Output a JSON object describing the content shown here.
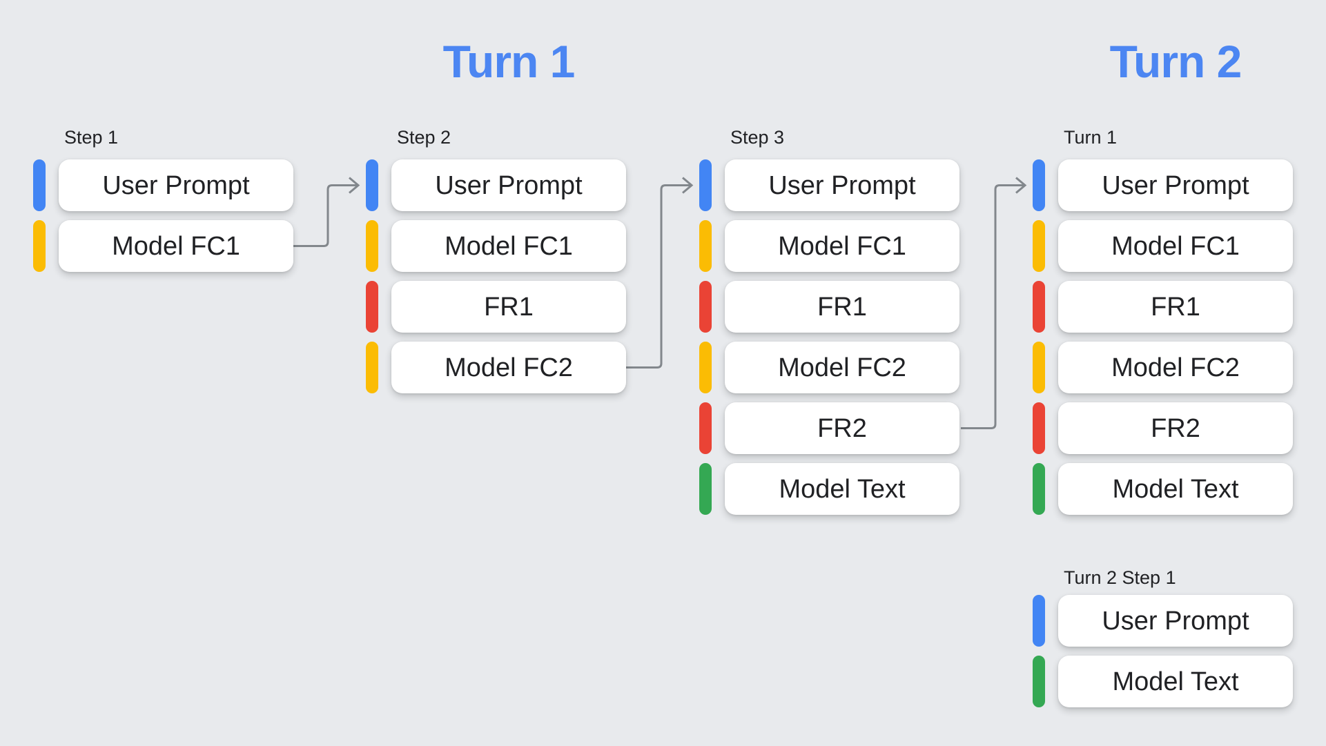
{
  "titles": {
    "turn1": "Turn 1",
    "turn2": "Turn 2"
  },
  "colors": {
    "blue": "#4285F4",
    "yellow": "#FBBC04",
    "red": "#EA4335",
    "green": "#34A853",
    "title": "#4C86F2",
    "arrow": "#82878C",
    "bg": "#E8EAED",
    "box-bg": "#FFFFFF",
    "text": "#202124"
  },
  "columns": [
    {
      "label": "Step 1",
      "items": [
        {
          "text": "User Prompt",
          "color": "blue"
        },
        {
          "text": "Model FC1",
          "color": "yellow"
        }
      ]
    },
    {
      "label": "Step 2",
      "items": [
        {
          "text": "User Prompt",
          "color": "blue"
        },
        {
          "text": "Model FC1",
          "color": "yellow"
        },
        {
          "text": "FR1",
          "color": "red"
        },
        {
          "text": "Model FC2",
          "color": "yellow"
        }
      ]
    },
    {
      "label": "Step 3",
      "items": [
        {
          "text": "User Prompt",
          "color": "blue"
        },
        {
          "text": "Model FC1",
          "color": "yellow"
        },
        {
          "text": "FR1",
          "color": "red"
        },
        {
          "text": "Model FC2",
          "color": "yellow"
        },
        {
          "text": "FR2",
          "color": "red"
        },
        {
          "text": "Model Text",
          "color": "green"
        }
      ]
    },
    {
      "label": "Turn 1",
      "items": [
        {
          "text": "User Prompt",
          "color": "blue"
        },
        {
          "text": "Model FC1",
          "color": "yellow"
        },
        {
          "text": "FR1",
          "color": "red"
        },
        {
          "text": "Model FC2",
          "color": "yellow"
        },
        {
          "text": "FR2",
          "color": "red"
        },
        {
          "text": "Model Text",
          "color": "green"
        }
      ]
    },
    {
      "label": "Turn 2 Step 1",
      "items": [
        {
          "text": "User Prompt",
          "color": "blue"
        },
        {
          "text": "Model Text",
          "color": "green"
        }
      ]
    }
  ]
}
